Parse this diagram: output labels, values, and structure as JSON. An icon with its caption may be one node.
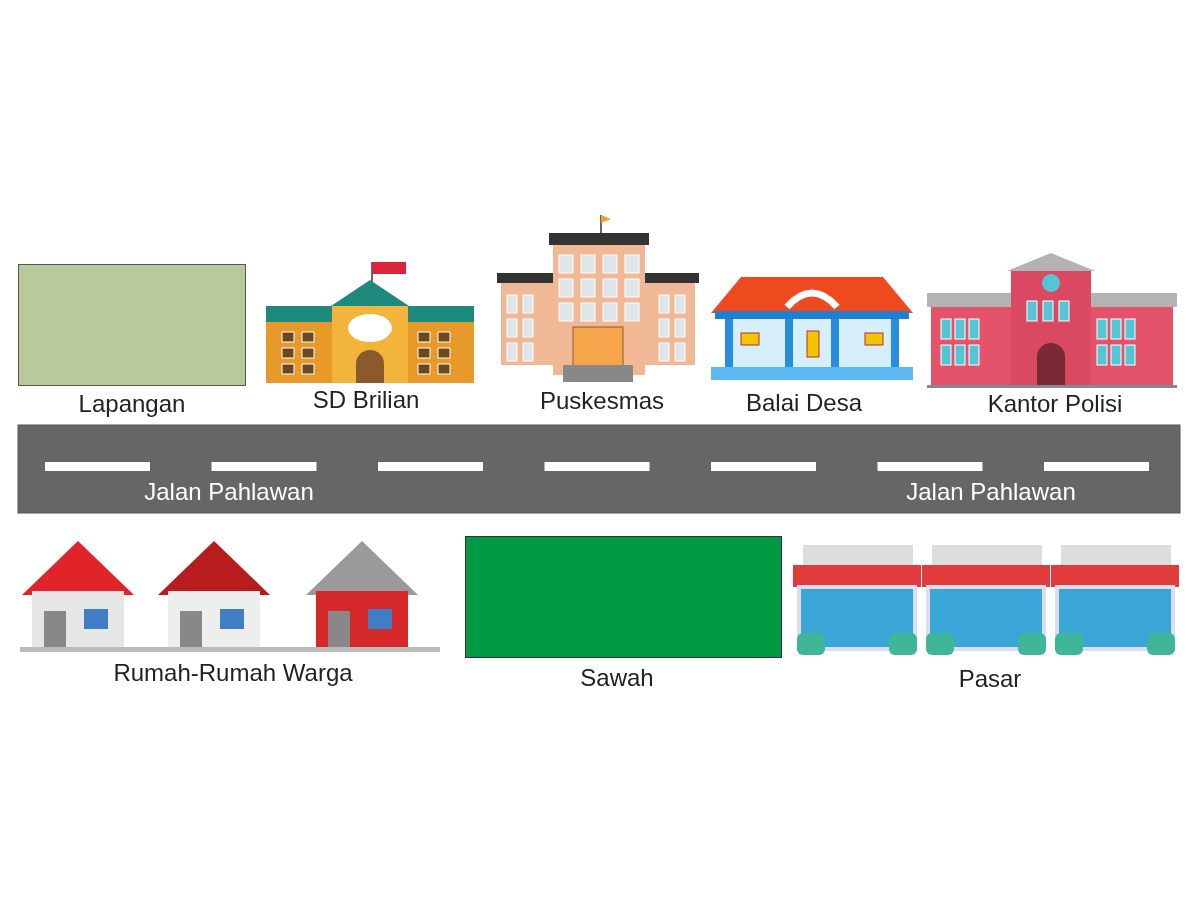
{
  "diagram": {
    "nodes": [
      {
        "text": [
          "Lapangan"
        ]
      },
      {
        "text": [
          "SD Brilian"
        ]
      },
      {
        "text": [
          "Puskesmas"
        ]
      },
      {
        "text": [
          "Balai Desa"
        ]
      },
      {
        "text": [
          "Kantor Polisi"
        ]
      },
      {
        "text": [
          "Jalan Pahlawan",
          "Jalan Pahlawan"
        ]
      },
      {
        "text": [
          "Rumah-Rumah Warga"
        ]
      },
      {
        "text": [
          "Sawah"
        ]
      },
      {
        "text": [
          "Pasar"
        ]
      }
    ]
  }
}
